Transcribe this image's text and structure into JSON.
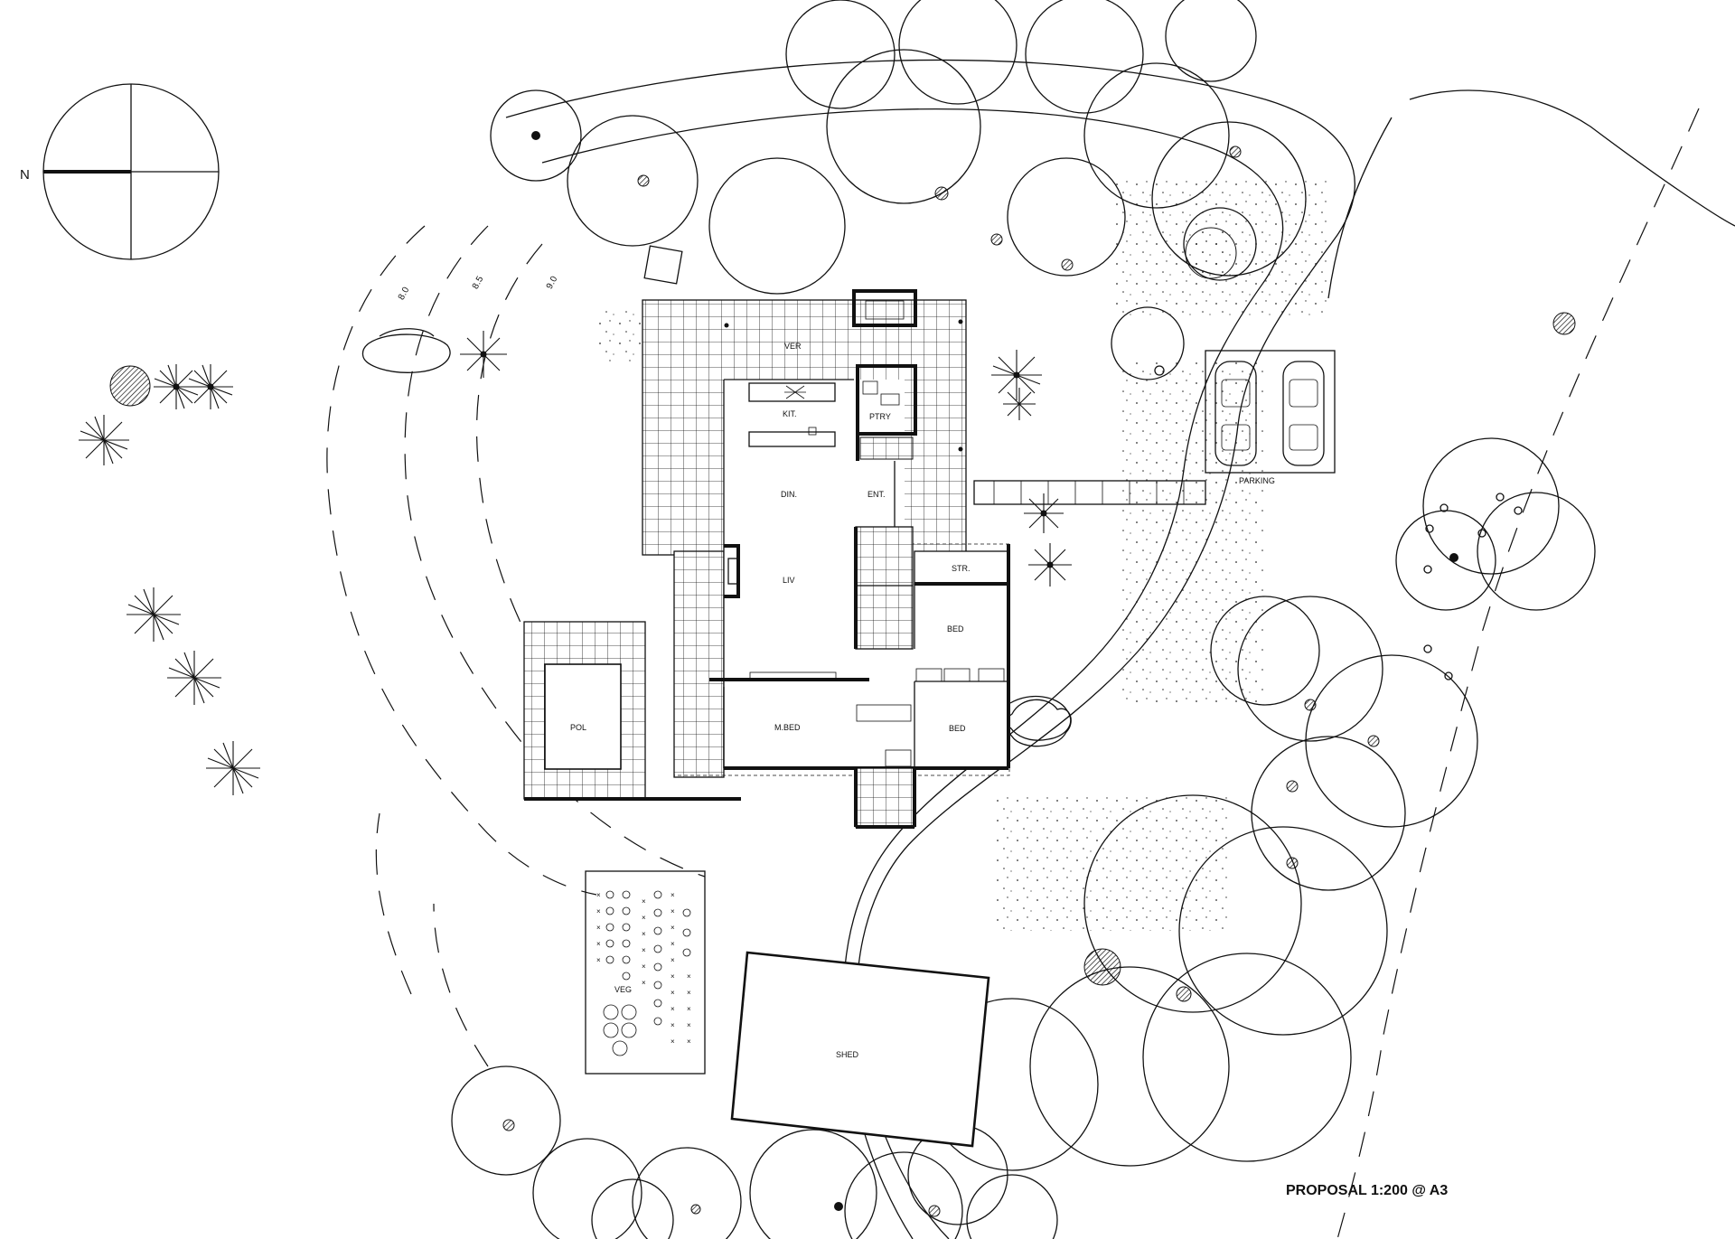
{
  "compass": {
    "north_label": "N"
  },
  "contours": [
    "8.0",
    "8.5",
    "9.0"
  ],
  "rooms": {
    "verandah": "VER",
    "kitchen": "KIT.",
    "pantry": "PTRY",
    "dining": "DIN.",
    "entry": "ENT.",
    "living": "LIV",
    "store": "STR.",
    "bed_1": "BED",
    "bed_2": "BED",
    "master_bed": "M.BED",
    "pool": "POL",
    "shed": "SHED",
    "vegetables": "VEG"
  },
  "parking_label": "PARKING",
  "scale_note": "PROPOSAL 1:200 @ A3",
  "colors": {
    "ink": "#111111",
    "paper": "#ffffff"
  }
}
